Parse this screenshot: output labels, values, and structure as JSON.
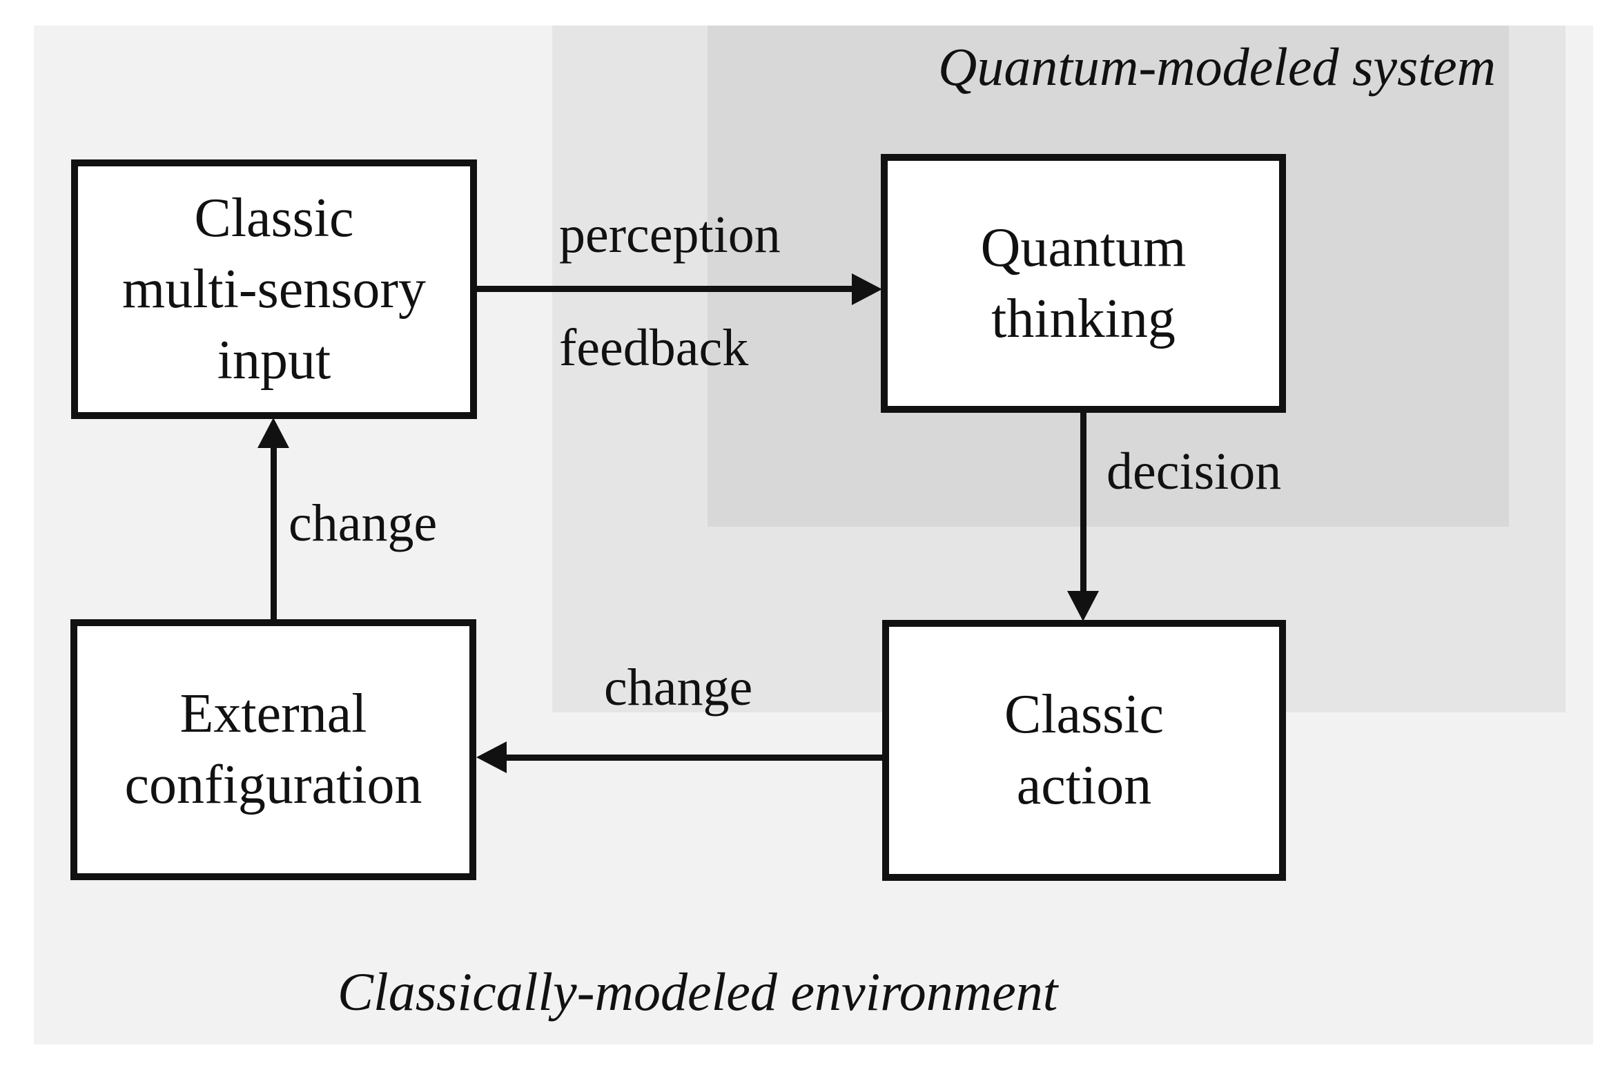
{
  "regions": {
    "system_title": "Quantum-modeled system",
    "environment_title": "Classically-modeled environment"
  },
  "boxes": {
    "input": {
      "lines": [
        "Classic",
        "multi-sensory",
        "input"
      ]
    },
    "thinking": {
      "lines": [
        "Quantum",
        "thinking"
      ]
    },
    "config": {
      "lines": [
        "External",
        "configuration"
      ]
    },
    "action": {
      "lines": [
        "Classic",
        "action"
      ]
    }
  },
  "arrow_labels": {
    "perception": "perception",
    "feedback": "feedback",
    "decision": "decision",
    "change_vertical": "change",
    "change_horizontal": "change"
  },
  "arrows": [
    {
      "from": "Classic multi-sensory input",
      "to": "Quantum thinking",
      "labels": [
        "perception",
        "feedback"
      ],
      "direction": "right"
    },
    {
      "from": "Quantum thinking",
      "to": "Classic action",
      "labels": [
        "decision"
      ],
      "direction": "down"
    },
    {
      "from": "Classic action",
      "to": "External configuration",
      "labels": [
        "change"
      ],
      "direction": "left"
    },
    {
      "from": "External configuration",
      "to": "Classic multi-sensory input",
      "labels": [
        "change"
      ],
      "direction": "up"
    }
  ],
  "colors": {
    "page_bg": "#ffffff",
    "environment_bg": "#f2f2f2",
    "system_outer_bg": "#e5e5e5",
    "system_inner_bg": "#d8d8d8",
    "box_bg": "#ffffff",
    "line_and_text": "#111111"
  }
}
